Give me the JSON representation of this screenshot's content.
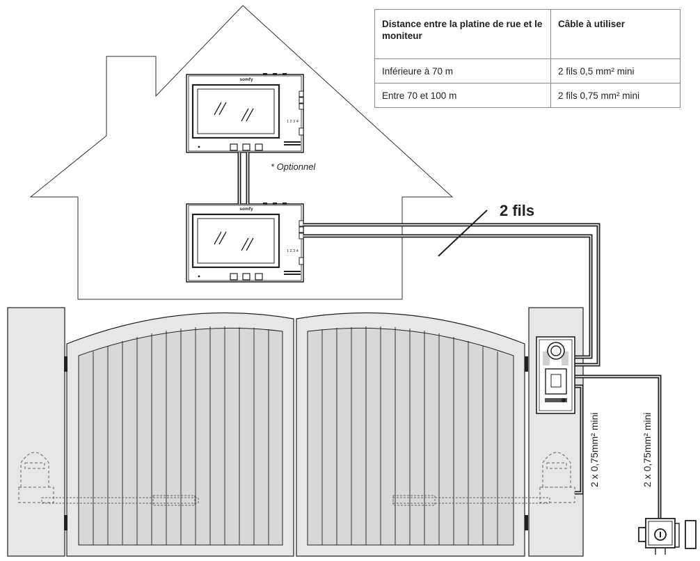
{
  "table": {
    "headers": [
      "Distance entre la platine de rue et le moniteur",
      "Câble à utiliser"
    ],
    "rows": [
      [
        "Inférieure à 70 m",
        "2 fils 0,5 mm² mini"
      ],
      [
        "Entre 70 et 100 m",
        "2 fils 0,75 mm² mini"
      ]
    ]
  },
  "labels": {
    "two_wires": "2 fils",
    "optional": "* Optionnel",
    "cable_motor": "2 x 0,75mm² mini",
    "cable_lock": "2 x 0,75mm² mini",
    "brand": "somfy",
    "monitor_numbers": "1 2 3 4"
  }
}
